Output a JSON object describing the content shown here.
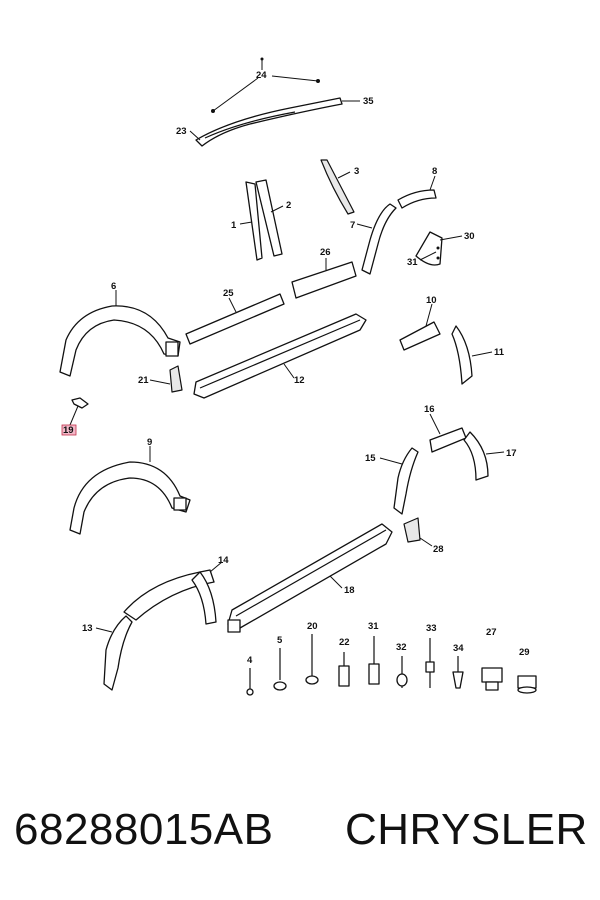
{
  "diagram": {
    "callouts": [
      {
        "id": "c1",
        "label": "1"
      },
      {
        "id": "c2",
        "label": "2"
      },
      {
        "id": "c3",
        "label": "3"
      },
      {
        "id": "c4",
        "label": "4"
      },
      {
        "id": "c5",
        "label": "5"
      },
      {
        "id": "c6",
        "label": "6"
      },
      {
        "id": "c7",
        "label": "7"
      },
      {
        "id": "c8",
        "label": "8"
      },
      {
        "id": "c9",
        "label": "9"
      },
      {
        "id": "c10",
        "label": "10"
      },
      {
        "id": "c11",
        "label": "11"
      },
      {
        "id": "c12",
        "label": "12"
      },
      {
        "id": "c13",
        "label": "13"
      },
      {
        "id": "c14",
        "label": "14"
      },
      {
        "id": "c15",
        "label": "15"
      },
      {
        "id": "c16",
        "label": "16"
      },
      {
        "id": "c17",
        "label": "17"
      },
      {
        "id": "c18",
        "label": "18"
      },
      {
        "id": "c19",
        "label": "19",
        "highlighted": true
      },
      {
        "id": "c20",
        "label": "20"
      },
      {
        "id": "c21",
        "label": "21"
      },
      {
        "id": "c22",
        "label": "22"
      },
      {
        "id": "c23",
        "label": "23"
      },
      {
        "id": "c24",
        "label": "24"
      },
      {
        "id": "c25",
        "label": "25"
      },
      {
        "id": "c26",
        "label": "26"
      },
      {
        "id": "c27",
        "label": "27"
      },
      {
        "id": "c28",
        "label": "28"
      },
      {
        "id": "c29",
        "label": "29"
      },
      {
        "id": "c30",
        "label": "30"
      },
      {
        "id": "c31a",
        "label": "31"
      },
      {
        "id": "c31b",
        "label": "31"
      },
      {
        "id": "c32",
        "label": "32"
      },
      {
        "id": "c33",
        "label": "33"
      },
      {
        "id": "c34",
        "label": "34"
      },
      {
        "id": "c35",
        "label": "35"
      }
    ],
    "highlight_color": "#f2b8c8"
  },
  "footer": {
    "part_number": "68288015AB",
    "brand": "CHRYSLER"
  }
}
